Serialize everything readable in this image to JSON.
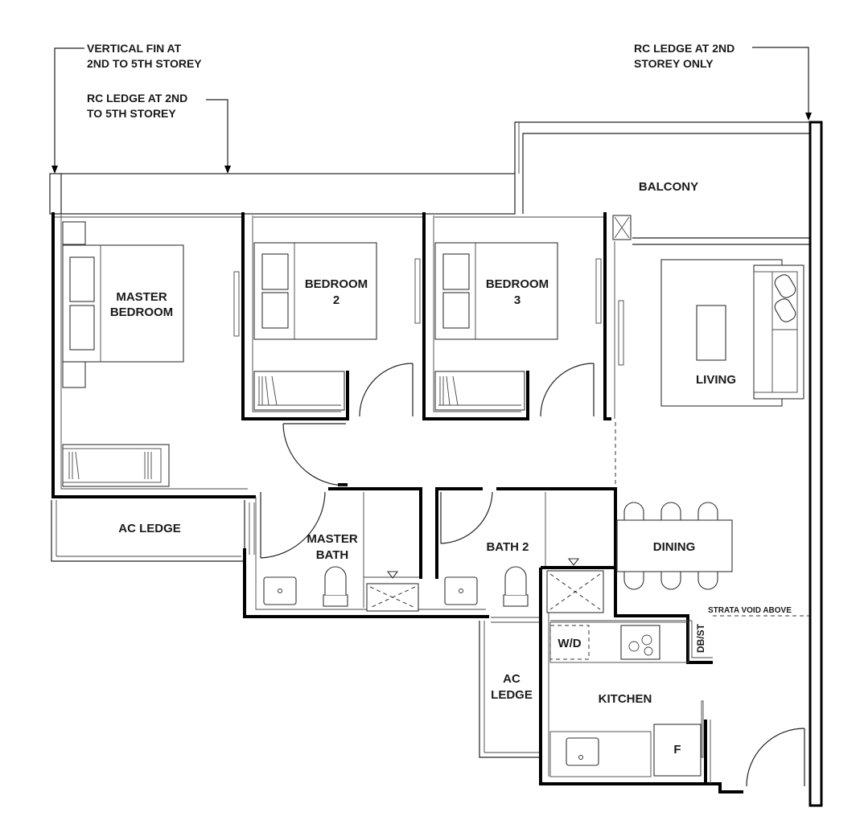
{
  "annotations": {
    "vertical_fin_line1": "VERTICAL FIN AT",
    "vertical_fin_line2": "2ND TO 5TH STOREY",
    "rc_ledge_2_5_line1": "RC LEDGE AT 2ND",
    "rc_ledge_2_5_line2": "TO 5TH STOREY",
    "rc_ledge_2nd_line1": "RC LEDGE AT 2ND",
    "rc_ledge_2nd_line2": "STOREY ONLY",
    "strata_void": "STRATA VOID ABOVE"
  },
  "rooms": {
    "balcony": "BALCONY",
    "master_bedroom_line1": "MASTER",
    "master_bedroom_line2": "BEDROOM",
    "bedroom2_line1": "BEDROOM",
    "bedroom2_line2": "2",
    "bedroom3_line1": "BEDROOM",
    "bedroom3_line2": "3",
    "living": "LIVING",
    "ac_ledge_left": "AC LEDGE",
    "master_bath_line1": "MASTER",
    "master_bath_line2": "BATH",
    "bath2": "BATH 2",
    "dining": "DINING",
    "ac_ledge_bottom_line1": "AC",
    "ac_ledge_bottom_line2": "LEDGE",
    "kitchen": "KITCHEN"
  },
  "fixtures": {
    "washer_dryer": "W/D",
    "db_st": "DB/ST",
    "fridge": "F"
  }
}
